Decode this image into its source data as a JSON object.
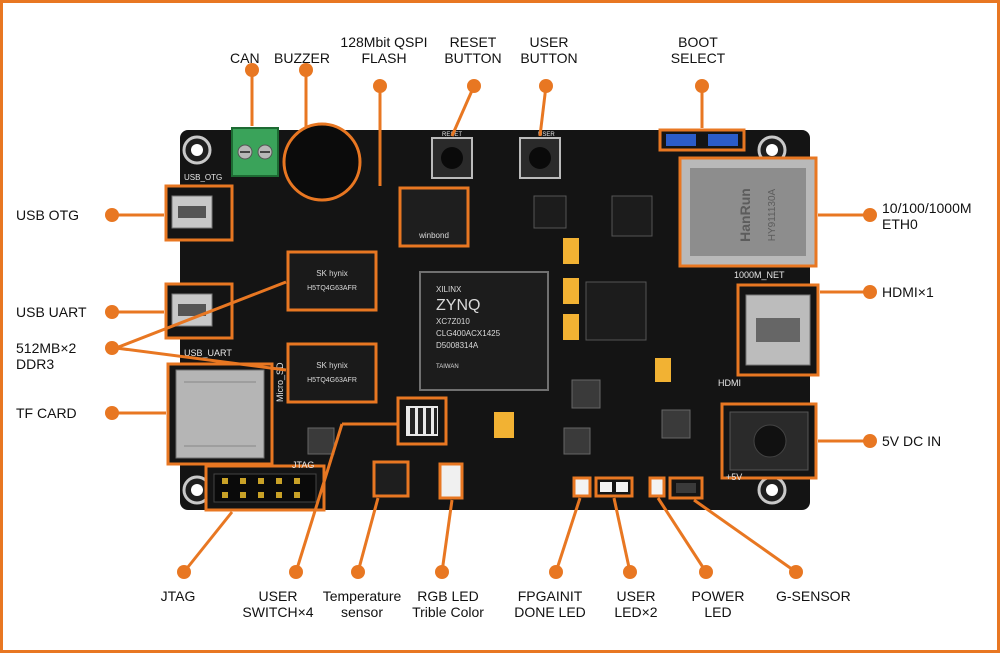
{
  "accent_color": "#e87722",
  "board_color": "#141414",
  "labels": {
    "can": "CAN",
    "buzzer": "BUZZER",
    "qspi": {
      "line1": "128Mbit QSPI",
      "line2": "FLASH"
    },
    "reset": {
      "line1": "RESET",
      "line2": "BUTTON"
    },
    "user_button": {
      "line1": "USER",
      "line2": "BUTTON"
    },
    "boot": {
      "line1": "BOOT",
      "line2": "SELECT"
    },
    "usb_otg": "USB OTG",
    "usb_uart": "USB UART",
    "ddr": {
      "line1": "512MB×2",
      "line2": "DDR3"
    },
    "tf": "TF CARD",
    "eth": {
      "line1": "10/100/1000M",
      "line2": "ETH0"
    },
    "hdmi": "HDMI×1",
    "dc": "5V DC IN",
    "jtag": "JTAG",
    "user_switch": {
      "line1": "USER",
      "line2": "SWITCH×4"
    },
    "temp": {
      "line1": "Temperature",
      "line2": "sensor"
    },
    "rgb": {
      "line1": "RGB LED",
      "line2": "Trible Color"
    },
    "fpga": {
      "line1": "FPGAINIT",
      "line2": "DONE LED"
    },
    "user_led": {
      "line1": "USER",
      "line2": "LED×2"
    },
    "power_led": {
      "line1": "POWER",
      "line2": "LED"
    },
    "gsensor": "G-SENSOR"
  },
  "silkscreen": {
    "usb_otg": "USB_OTG",
    "usb_uart": "USB_UART",
    "micro_sd": "Micro_SD",
    "jtag": "JTAG",
    "hdmi": "HDMI",
    "eth": "1000M_NET",
    "v5": "+5V",
    "reset": "RESET",
    "user": "USER"
  },
  "chips": {
    "zynq_brand": "XILINX",
    "zynq_name": "ZYNQ",
    "zynq_part": "XC7Z010",
    "zynq_pkg": "CLG400ACX1425",
    "zynq_lot": "D5008314A",
    "zynq_origin": "TAIWAN",
    "flash_brand": "winbond",
    "ddr_brand": "SK hynix",
    "ddr_part": "H5TQ4G63AFR",
    "eth_brand": "HanRun",
    "eth_part": "HY911130A"
  }
}
